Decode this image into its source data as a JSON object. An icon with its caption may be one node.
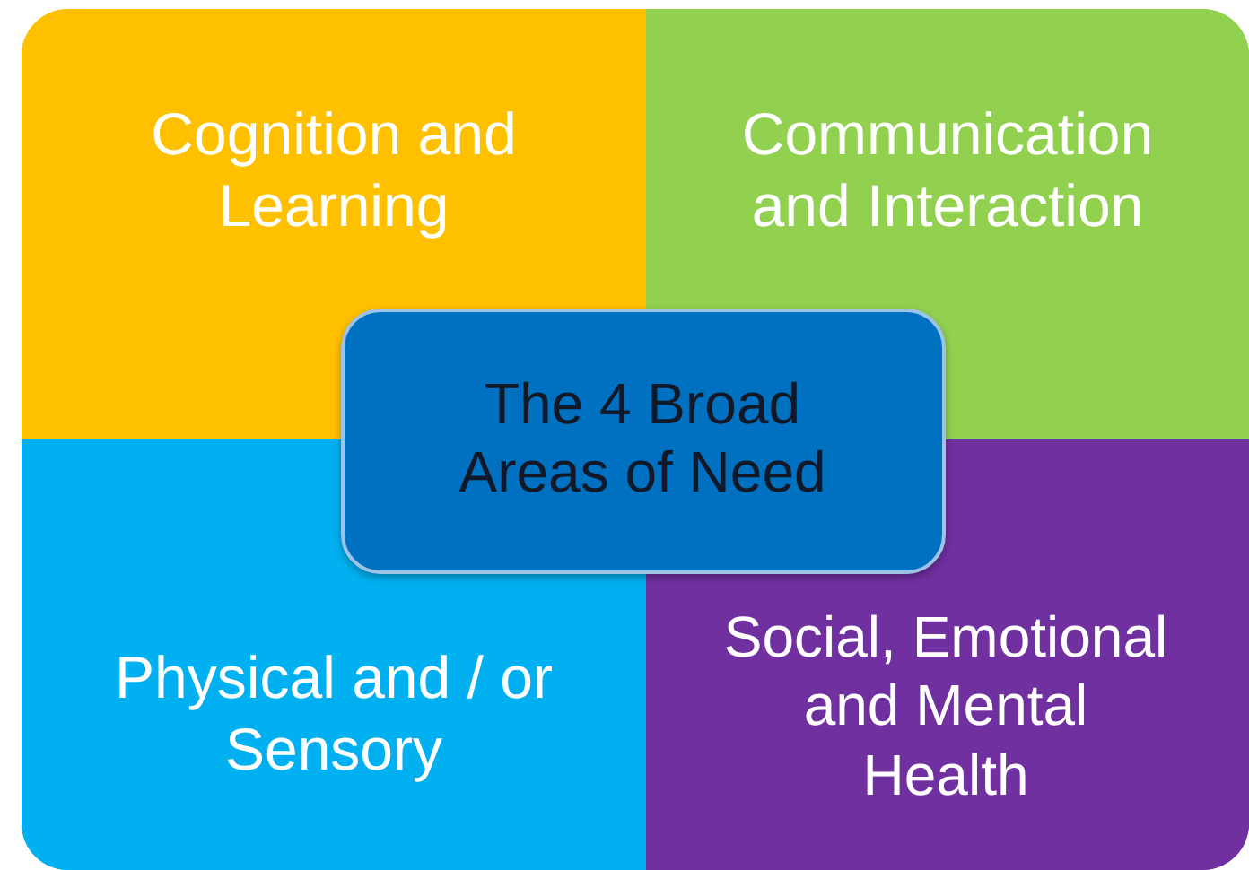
{
  "diagram": {
    "nodes": [
      {
        "text": [
          "Cognition and Learning"
        ]
      },
      {
        "text": [
          "Communication and Interaction"
        ]
      },
      {
        "text": [
          "The 4 Broad Areas of Need"
        ]
      },
      {
        "text": [
          "Physical and / or Sensory"
        ]
      },
      {
        "text": [
          "Social, Emotional and Mental Health"
        ]
      }
    ]
  }
}
